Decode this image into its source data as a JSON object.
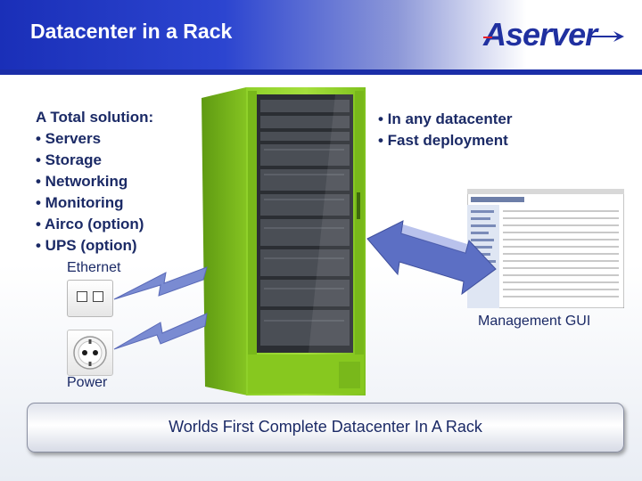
{
  "header": {
    "title": "Datacenter in a Rack",
    "logo_text": "Aserver"
  },
  "left_list": {
    "heading": "A Total solution:",
    "items": [
      "• Servers",
      "• Storage",
      "• Networking",
      "• Monitoring",
      "• Airco (option)",
      "• UPS (option)"
    ]
  },
  "right_list": {
    "items": [
      "• In any datacenter",
      "• Fast deployment"
    ]
  },
  "labels": {
    "ethernet": "Ethernet",
    "management": "Management GUI",
    "power": "Power"
  },
  "banner": {
    "text": "Worlds First Complete Datacenter In A Rack"
  },
  "colors": {
    "header_blue": "#1a2fb8",
    "text_navy": "#1b2a66",
    "rack_green": "#8fd12a",
    "arrow_blue": "#5c6fc4"
  },
  "icons": [
    "ethernet-port-icon",
    "power-socket-icon",
    "lightning-arrow-icon",
    "double-arrow-icon"
  ]
}
